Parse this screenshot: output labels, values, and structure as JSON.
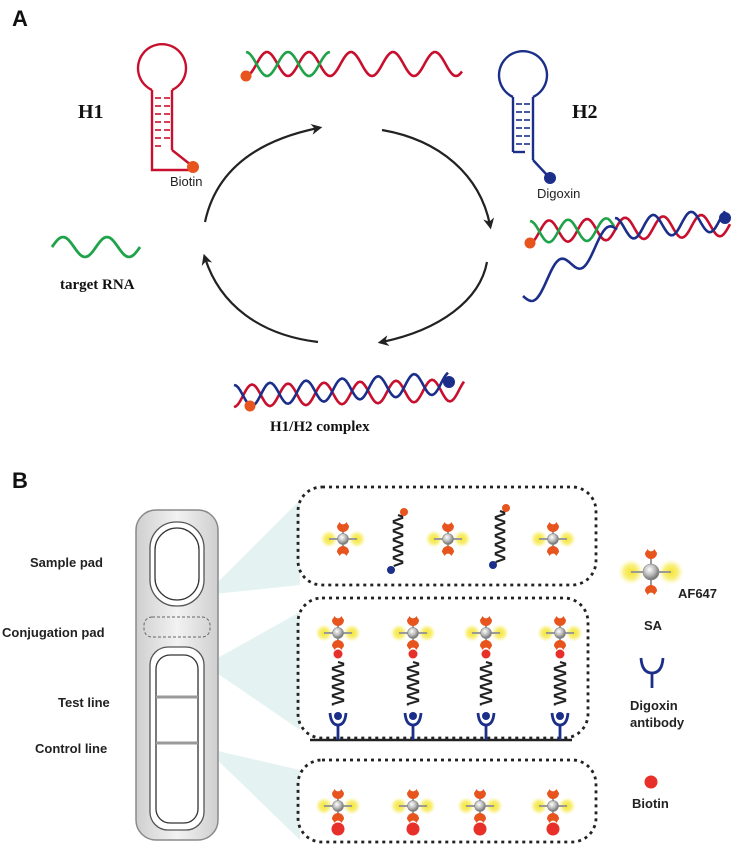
{
  "panels": {
    "a": {
      "letter": "A"
    },
    "b": {
      "letter": "B"
    }
  },
  "panel_a": {
    "h1_label": "H1",
    "h2_label": "H2",
    "biotin_label": "Biotin",
    "digoxin_label": "Digoxin",
    "target_label": "target RNA",
    "complex_label": "H1/H2 complex"
  },
  "panel_b": {
    "strip_labels": {
      "sample_pad": "Sample pad",
      "conjugation_pad": "Conjugation pad",
      "test_line": "Test line",
      "control_line": "Control line"
    },
    "legend": {
      "af647": "AF647",
      "sa": "SA",
      "digoxin_antibody_line1": "Digoxin",
      "digoxin_antibody_line2": "antibody",
      "biotin": "Biotin"
    }
  },
  "colors": {
    "red_strand": "#c8102e",
    "green_strand": "#1fa34a",
    "blue_strand": "#1b2f8a",
    "biotin_orange": "#e8541e",
    "biotin_red": "#e8302a",
    "digoxin_blue": "#1b2f8a",
    "sa_orange": "#e8541e",
    "af647_yellow": "#f4e42a",
    "arrow": "#222222"
  }
}
